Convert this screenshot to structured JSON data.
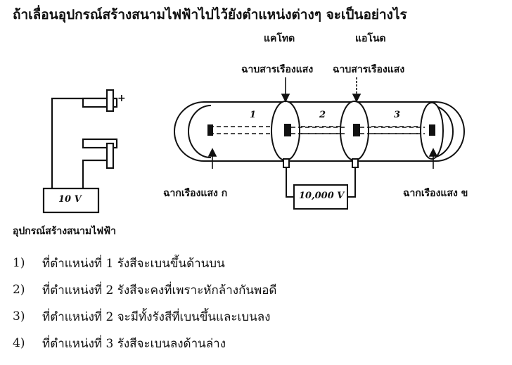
{
  "question": "ถ้าเลื่อนอุปกรณ์สร้างสนามไฟฟ้าไปไว้ยังตำแหน่งต่างๆ จะเป็นอย่างไร",
  "diagram": {
    "cathode_label": "แคโทด",
    "anode_label": "แอโนด",
    "screen_label_cathode": "ฉาบสารเรืองแสง",
    "screen_label_anode": "ฉาบสารเรืองแสง",
    "screen_a_label": "ฉากเรืองแสง  ก",
    "screen_b_label": "ฉากเรืองแสง  ข",
    "plate_sign": "+",
    "supply_small": "10 V",
    "supply_large": "10,000 V",
    "field_device_label": "อุปกรณ์สร้างสนามไฟฟ้า",
    "regions": [
      "1",
      "2",
      "3"
    ]
  },
  "choices": [
    {
      "num": "1)",
      "text": "ที่ตำแหน่งที่ 1 รังสีจะเบนขึ้นด้านบน"
    },
    {
      "num": "2)",
      "text": "ที่ตำแหน่งที่ 2 รังสีจะคงที่เพราะหักล้างกันพอดี"
    },
    {
      "num": "3)",
      "text": "ที่ตำแหน่งที่ 2 จะมีทั้งรังสีที่เบนขึ้นและเบนลง"
    },
    {
      "num": "4)",
      "text": "ที่ตำแหน่งที่ 3 รังสีจะเบนลงด้านล่าง"
    }
  ]
}
